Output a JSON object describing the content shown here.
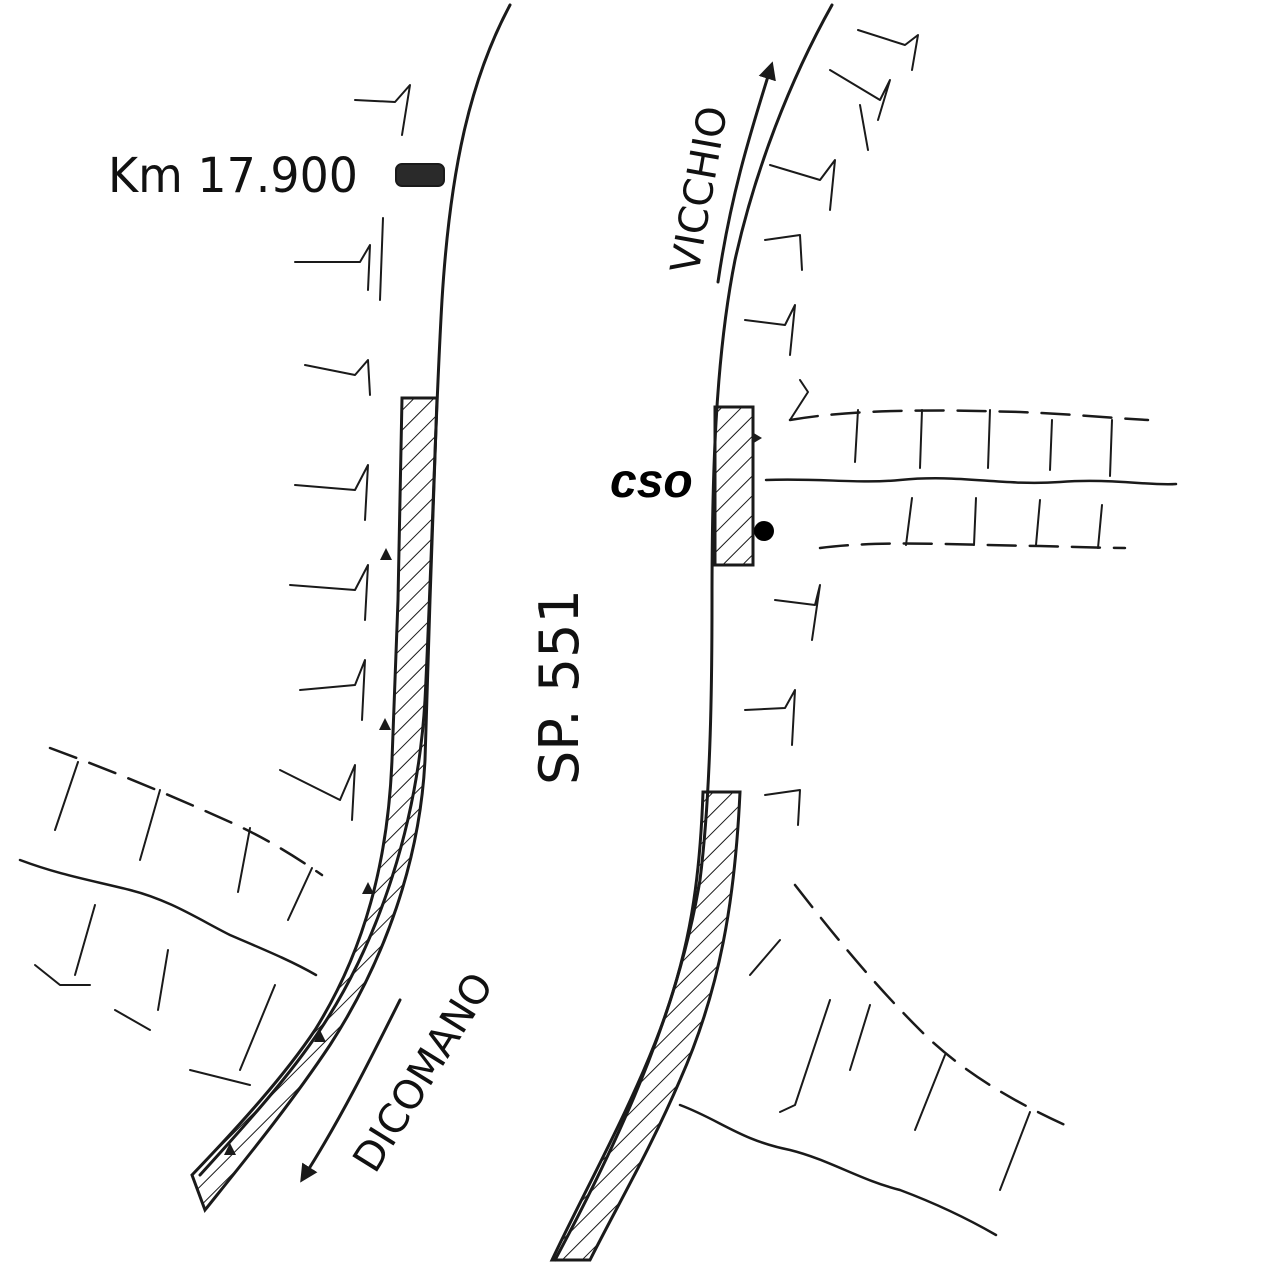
{
  "labels": {
    "km_marker": "Km 17.900",
    "road_name": "SP. 551",
    "north_direction": "VICCHIO",
    "south_direction": "DICOMANO",
    "location_code": "cso"
  },
  "colors": {
    "ink": "#1a1a1a",
    "paper": "#ffffff"
  }
}
